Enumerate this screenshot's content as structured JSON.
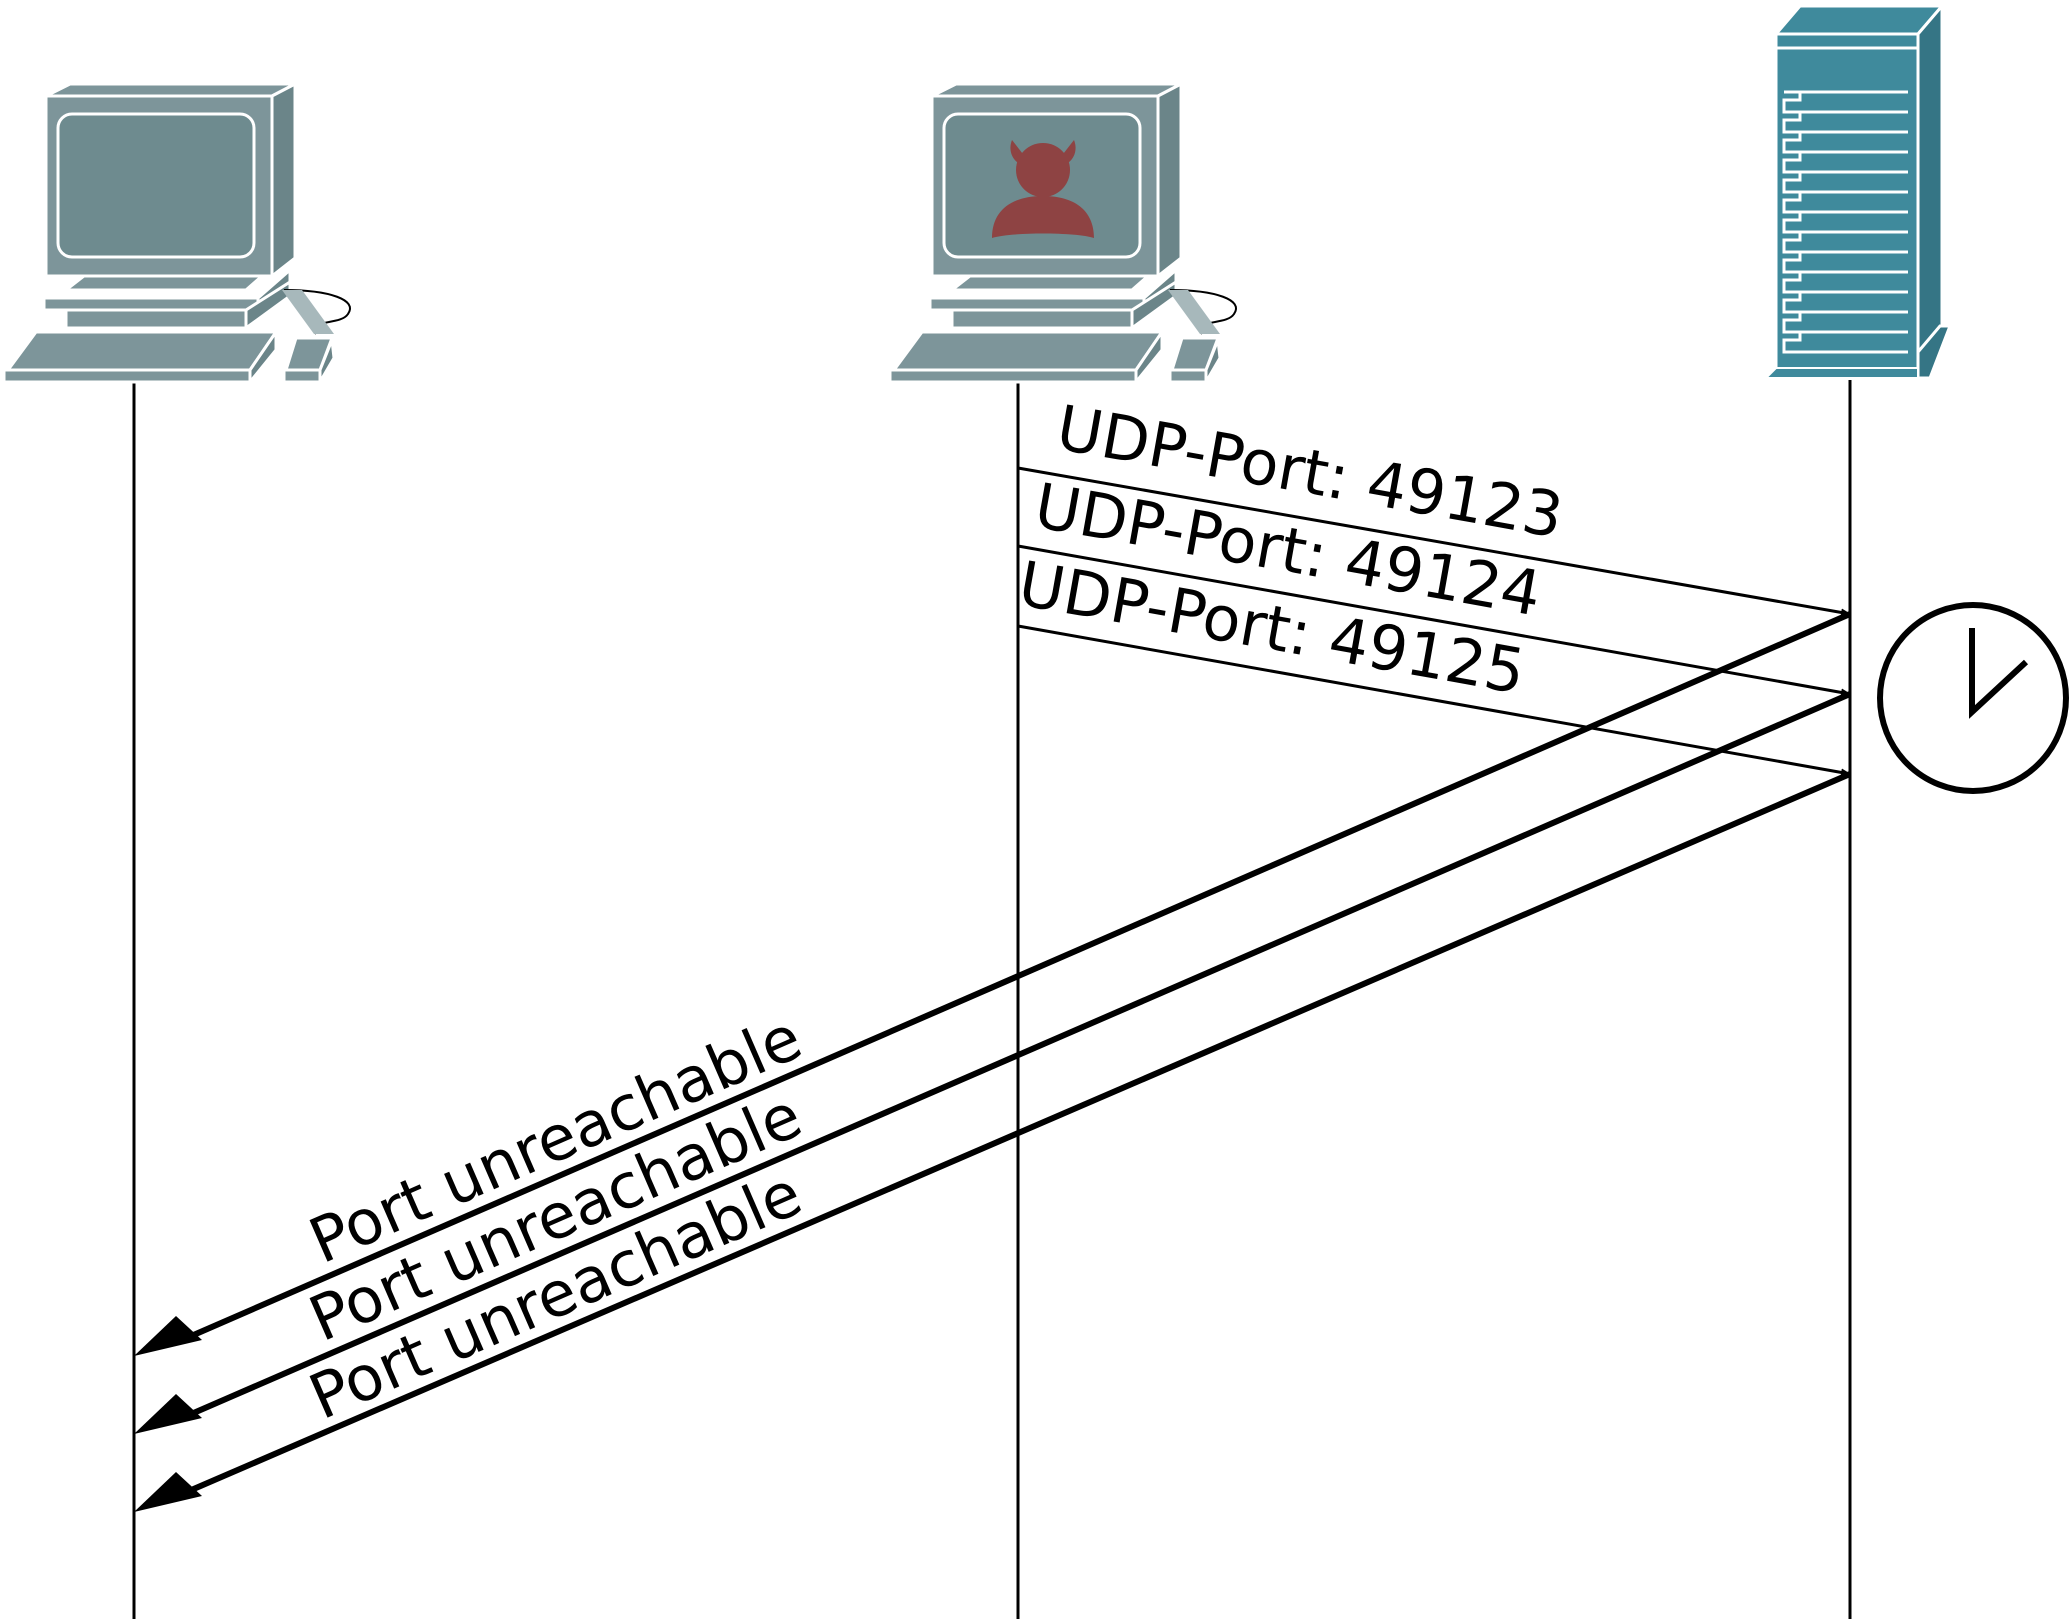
{
  "colors": {
    "computer": "#7d959a",
    "computer_dark": "#6b8589",
    "computer_outline": "#ffffff",
    "server": "#3f8a9c",
    "attacker": "#8e4343",
    "line": "#000000"
  },
  "participants": [
    {
      "id": "victim",
      "icon": "desktop-computer-icon"
    },
    {
      "id": "attacker",
      "icon": "attacker-computer-icon"
    },
    {
      "id": "server",
      "icon": "server-tower-icon"
    }
  ],
  "timer_icon": "clock-icon",
  "messages": {
    "requests": [
      {
        "from": "attacker",
        "to": "server",
        "label": "UDP-Port: 49123"
      },
      {
        "from": "attacker",
        "to": "server",
        "label": "UDP-Port: 49124"
      },
      {
        "from": "attacker",
        "to": "server",
        "label": "UDP-Port: 49125"
      }
    ],
    "responses": [
      {
        "from": "server",
        "to": "victim",
        "label": "Port unreachable"
      },
      {
        "from": "server",
        "to": "victim",
        "label": "Port unreachable"
      },
      {
        "from": "server",
        "to": "victim",
        "label": "Port unreachable"
      }
    ]
  }
}
